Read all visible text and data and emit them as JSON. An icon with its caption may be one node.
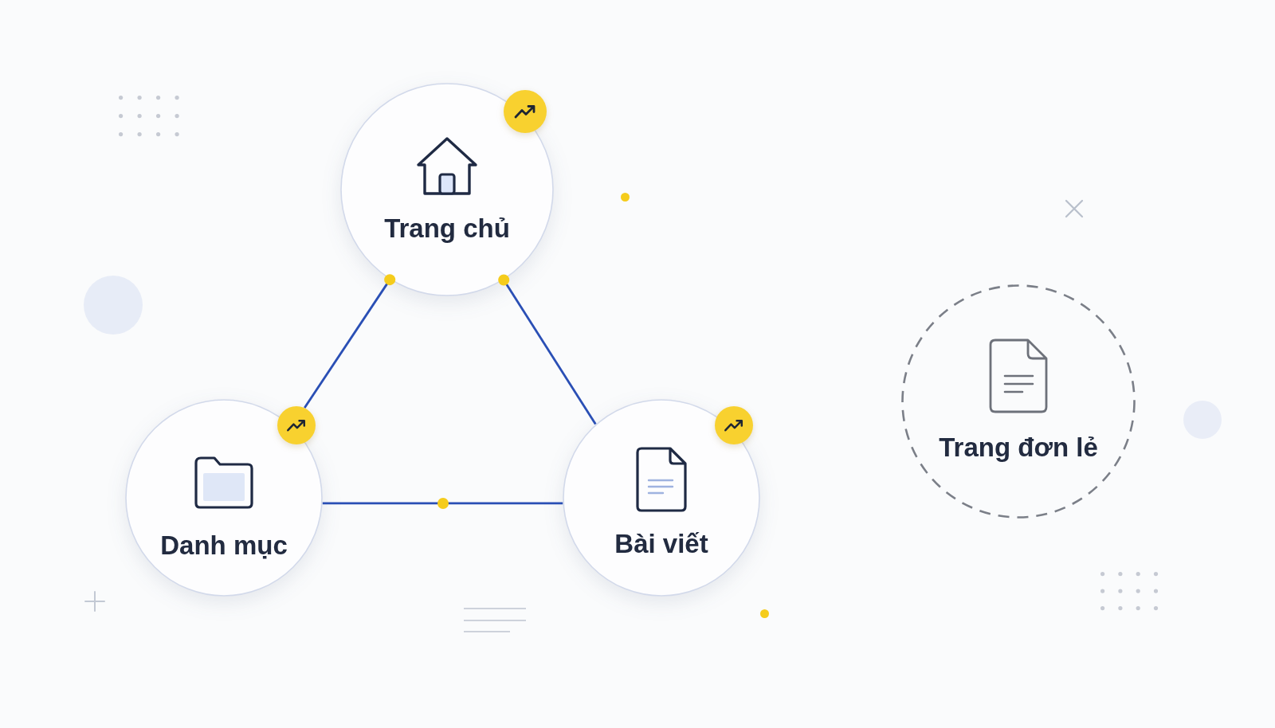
{
  "diagram": {
    "nodes": [
      {
        "text": [
          "Trang chủ"
        ]
      },
      {
        "text": [
          "Danh mục"
        ]
      },
      {
        "text": [
          "Bài viết"
        ]
      },
      {
        "text": [
          "Trang đơn lẻ"
        ]
      }
    ],
    "edges": [
      {
        "from": 0,
        "to": 1,
        "arrow": "other"
      },
      {
        "from": 0,
        "to": 2,
        "arrow": "other"
      },
      {
        "from": 1,
        "to": 2,
        "arrow": "none"
      }
    ]
  }
}
